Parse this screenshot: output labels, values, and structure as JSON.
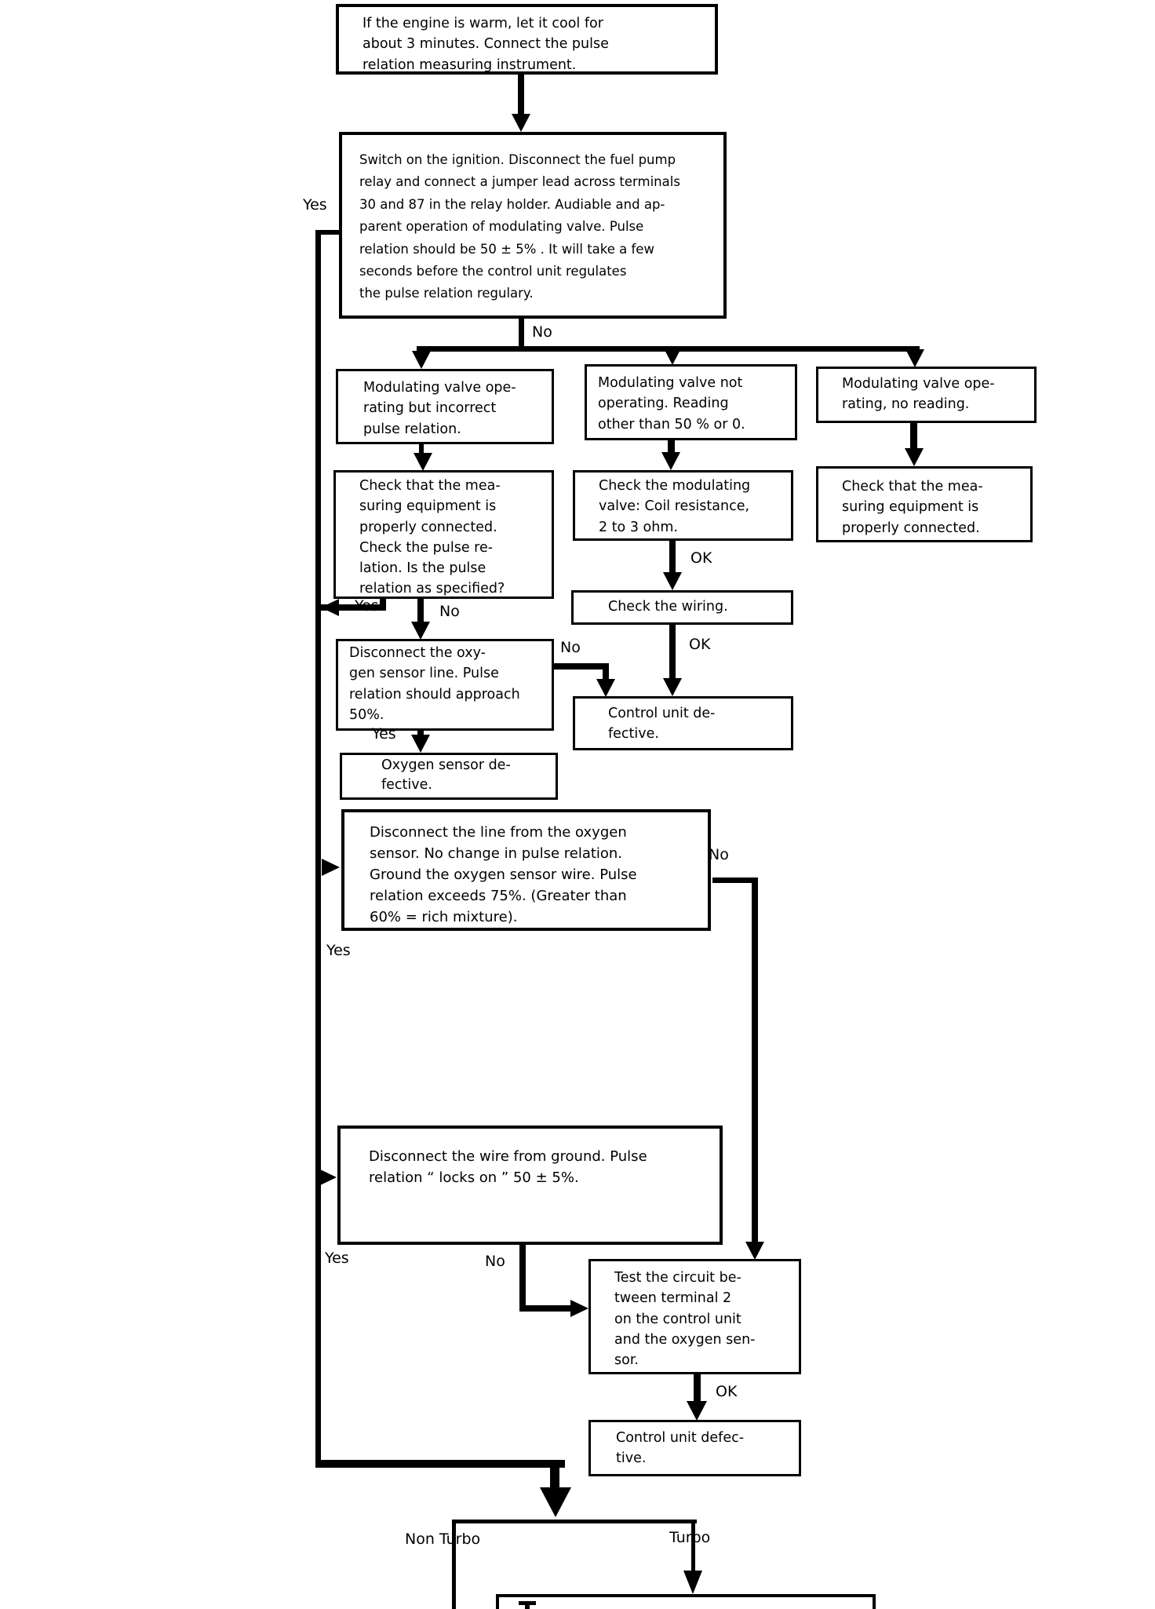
{
  "page": {
    "background": "#ffffff",
    "ink": "#000000"
  },
  "nodes": {
    "start": "If the engine is warm, let it cool for\nabout 3 minutes. Connect the pulse\nrelation measuring instrument.",
    "ignition": "Switch on the ignition.  Disconnect the fuel pump\nrelay and connect a jumper lead across terminals\n30 and 87 in the relay holder.  Audiable and ap-\nparent operation of modulating valve.  Pulse\nrelation  should be 50 ± 5% .  It will take a few\nseconds before the control unit regulates\nthe pulse relation regulary.",
    "valve_incorrect_pulse": "Modulating valve ope-\nrating but incorrect\npulse relation.",
    "valve_not_operating": "Modulating valve not\noperating. Reading\nother than 50 % or 0.",
    "valve_no_reading": "Modulating valve ope-\nrating, no reading.",
    "check_equipment_pulse": "Check that the mea-\nsuring equipment is\nproperly connected.\nCheck the pulse re-\nlation. Is the pulse\nrelation as specified?",
    "check_valve_coil": "Check the modulating\nvalve: Coil resistance,\n2 to 3 ohm.",
    "check_equipment": "Check that the mea-\nsuring equipment is\nproperly connected.",
    "check_wiring": "Check the wiring.",
    "disconnect_o2_line": "Disconnect the oxy-\ngen sensor line. Pulse\nrelation should  approach\n50%.",
    "control_unit_defective_1": "Control unit de-\nfective.",
    "o2_sensor_defective": "Oxygen sensor de-\nfective.",
    "disconnect_o2_sensor_line_ground": "Disconnect the line from the oxygen\nsensor. No change in pulse relation.\nGround the oxygen sensor wire. Pulse\nrelation exceeds 75%. (Greater than\n60% = rich mixture).",
    "disconnect_ground_wire": "Disconnect the wire from ground. Pulse\nrelation “ locks on ”  50 ± 5%.",
    "test_circuit_terminal2": "Test the circuit be-\ntween terminal 2\non the control unit\nand the oxygen sen-\nsor.",
    "control_unit_defective_2": "Control unit defec-\ntive."
  },
  "labels": {
    "yes1": "Yes",
    "yes2": "Yes",
    "yes3": "Yes",
    "yes4": "Yes",
    "yes5": "Yes",
    "no1": "No",
    "no2": "No",
    "no3": "No",
    "no4": "No",
    "no5": "No",
    "ok1": "OK",
    "ok2": "OK",
    "ok3": "OK",
    "non_turbo": "Non Turbo",
    "turbo": "Turbo"
  }
}
